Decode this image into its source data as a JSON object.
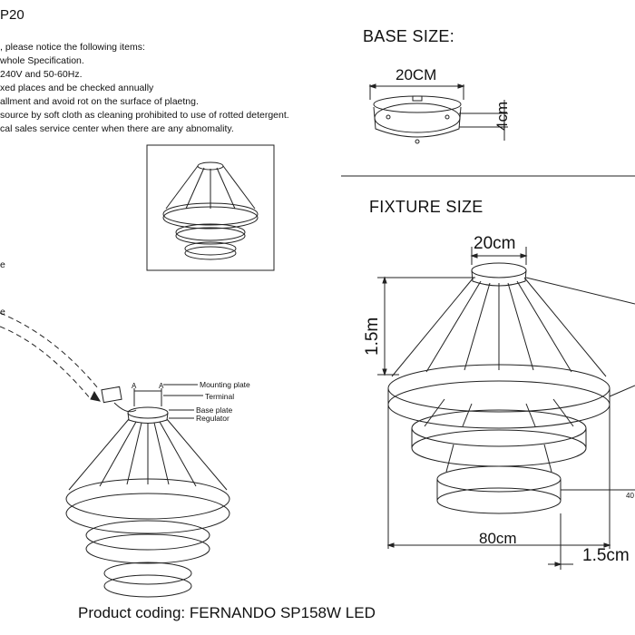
{
  "sheet": {
    "title": "P20",
    "notes": [
      ", please notice the following items:",
      "whole Specification.",
      "240V and 50-60Hz.",
      "xed places and be checked annually",
      "allment and avoid rot on the surface of plaetng.",
      "source by soft cloth as cleaning prohibited to use of rotted detergent.",
      "cal sales service center when there are any abnomality."
    ],
    "side_marks": [
      "e",
      "e"
    ]
  },
  "base": {
    "header": "BASE SIZE:",
    "width_label": "20CM",
    "height_label": "4cm"
  },
  "fixture": {
    "header": "FIXTURE SIZE",
    "top_width": "20cm",
    "height": "1.5m",
    "width": "80cm",
    "side_offset": "1.5cm",
    "small_dim": "40"
  },
  "install": {
    "labels": [
      "Mounting plate",
      "Terminal",
      "Base plate",
      "Regulator"
    ],
    "markers": [
      "A",
      "A"
    ]
  },
  "footer": {
    "coding": "Product coding: FERNANDO SP158W LED"
  }
}
